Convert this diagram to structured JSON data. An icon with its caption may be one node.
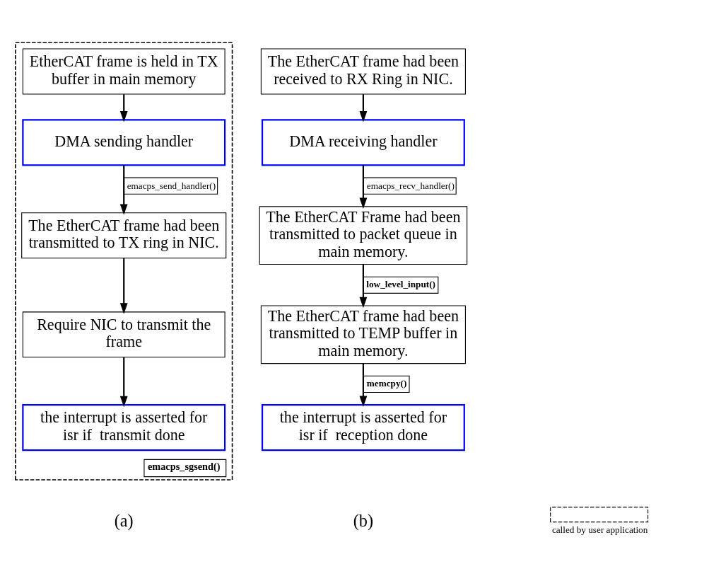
{
  "diagram": {
    "nodes": [
      {
        "text": [
          "emacps_sgsend()"
        ]
      },
      {
        "text": [
          "EtherCAT frame is held in TX buffer in main memory"
        ],
        "in": 0
      },
      {
        "text": [
          "DMA sending handler"
        ],
        "in": 0
      },
      {
        "text": [
          "The EtherCAT frame had been transmitted to TX ring in NIC."
        ],
        "in": 0
      },
      {
        "text": [
          "Require NIC to transmit the frame"
        ],
        "in": 0
      },
      {
        "text": [
          "the interrupt is asserted for isr if  transmit done"
        ],
        "in": 0
      },
      {
        "text": [
          "The EtherCAT frame had been received to RX Ring in NIC."
        ]
      },
      {
        "text": [
          "DMA receiving handler"
        ]
      },
      {
        "text": [
          "The EtherCAT Frame had been transmitted to packet queue in main memory."
        ]
      },
      {
        "text": [
          "The EtherCAT frame had been transmitted to TEMP buffer in main memory."
        ]
      },
      {
        "text": [
          "the interrupt is asserted for isr if  reception done"
        ]
      }
    ],
    "edges": [
      {
        "from": 1,
        "to": 2,
        "arrow": "to"
      },
      {
        "from": 2,
        "to": 3,
        "arrow": "to",
        "label": "emacps_send_handler()"
      },
      {
        "from": 3,
        "to": 4,
        "arrow": "to"
      },
      {
        "from": 4,
        "to": 5,
        "arrow": "to"
      },
      {
        "from": 6,
        "to": 7,
        "arrow": "to"
      },
      {
        "from": 7,
        "to": 8,
        "arrow": "to",
        "label": "emacps_recv_handler()"
      },
      {
        "from": 8,
        "to": 9,
        "arrow": "to",
        "label": "low_level_input()"
      },
      {
        "from": 9,
        "to": 10,
        "arrow": "to",
        "label": "memcpy()"
      }
    ],
    "labels": [
      "(a)",
      "(b)"
    ],
    "legend": [
      {
        "text": "called by user application"
      }
    ]
  }
}
